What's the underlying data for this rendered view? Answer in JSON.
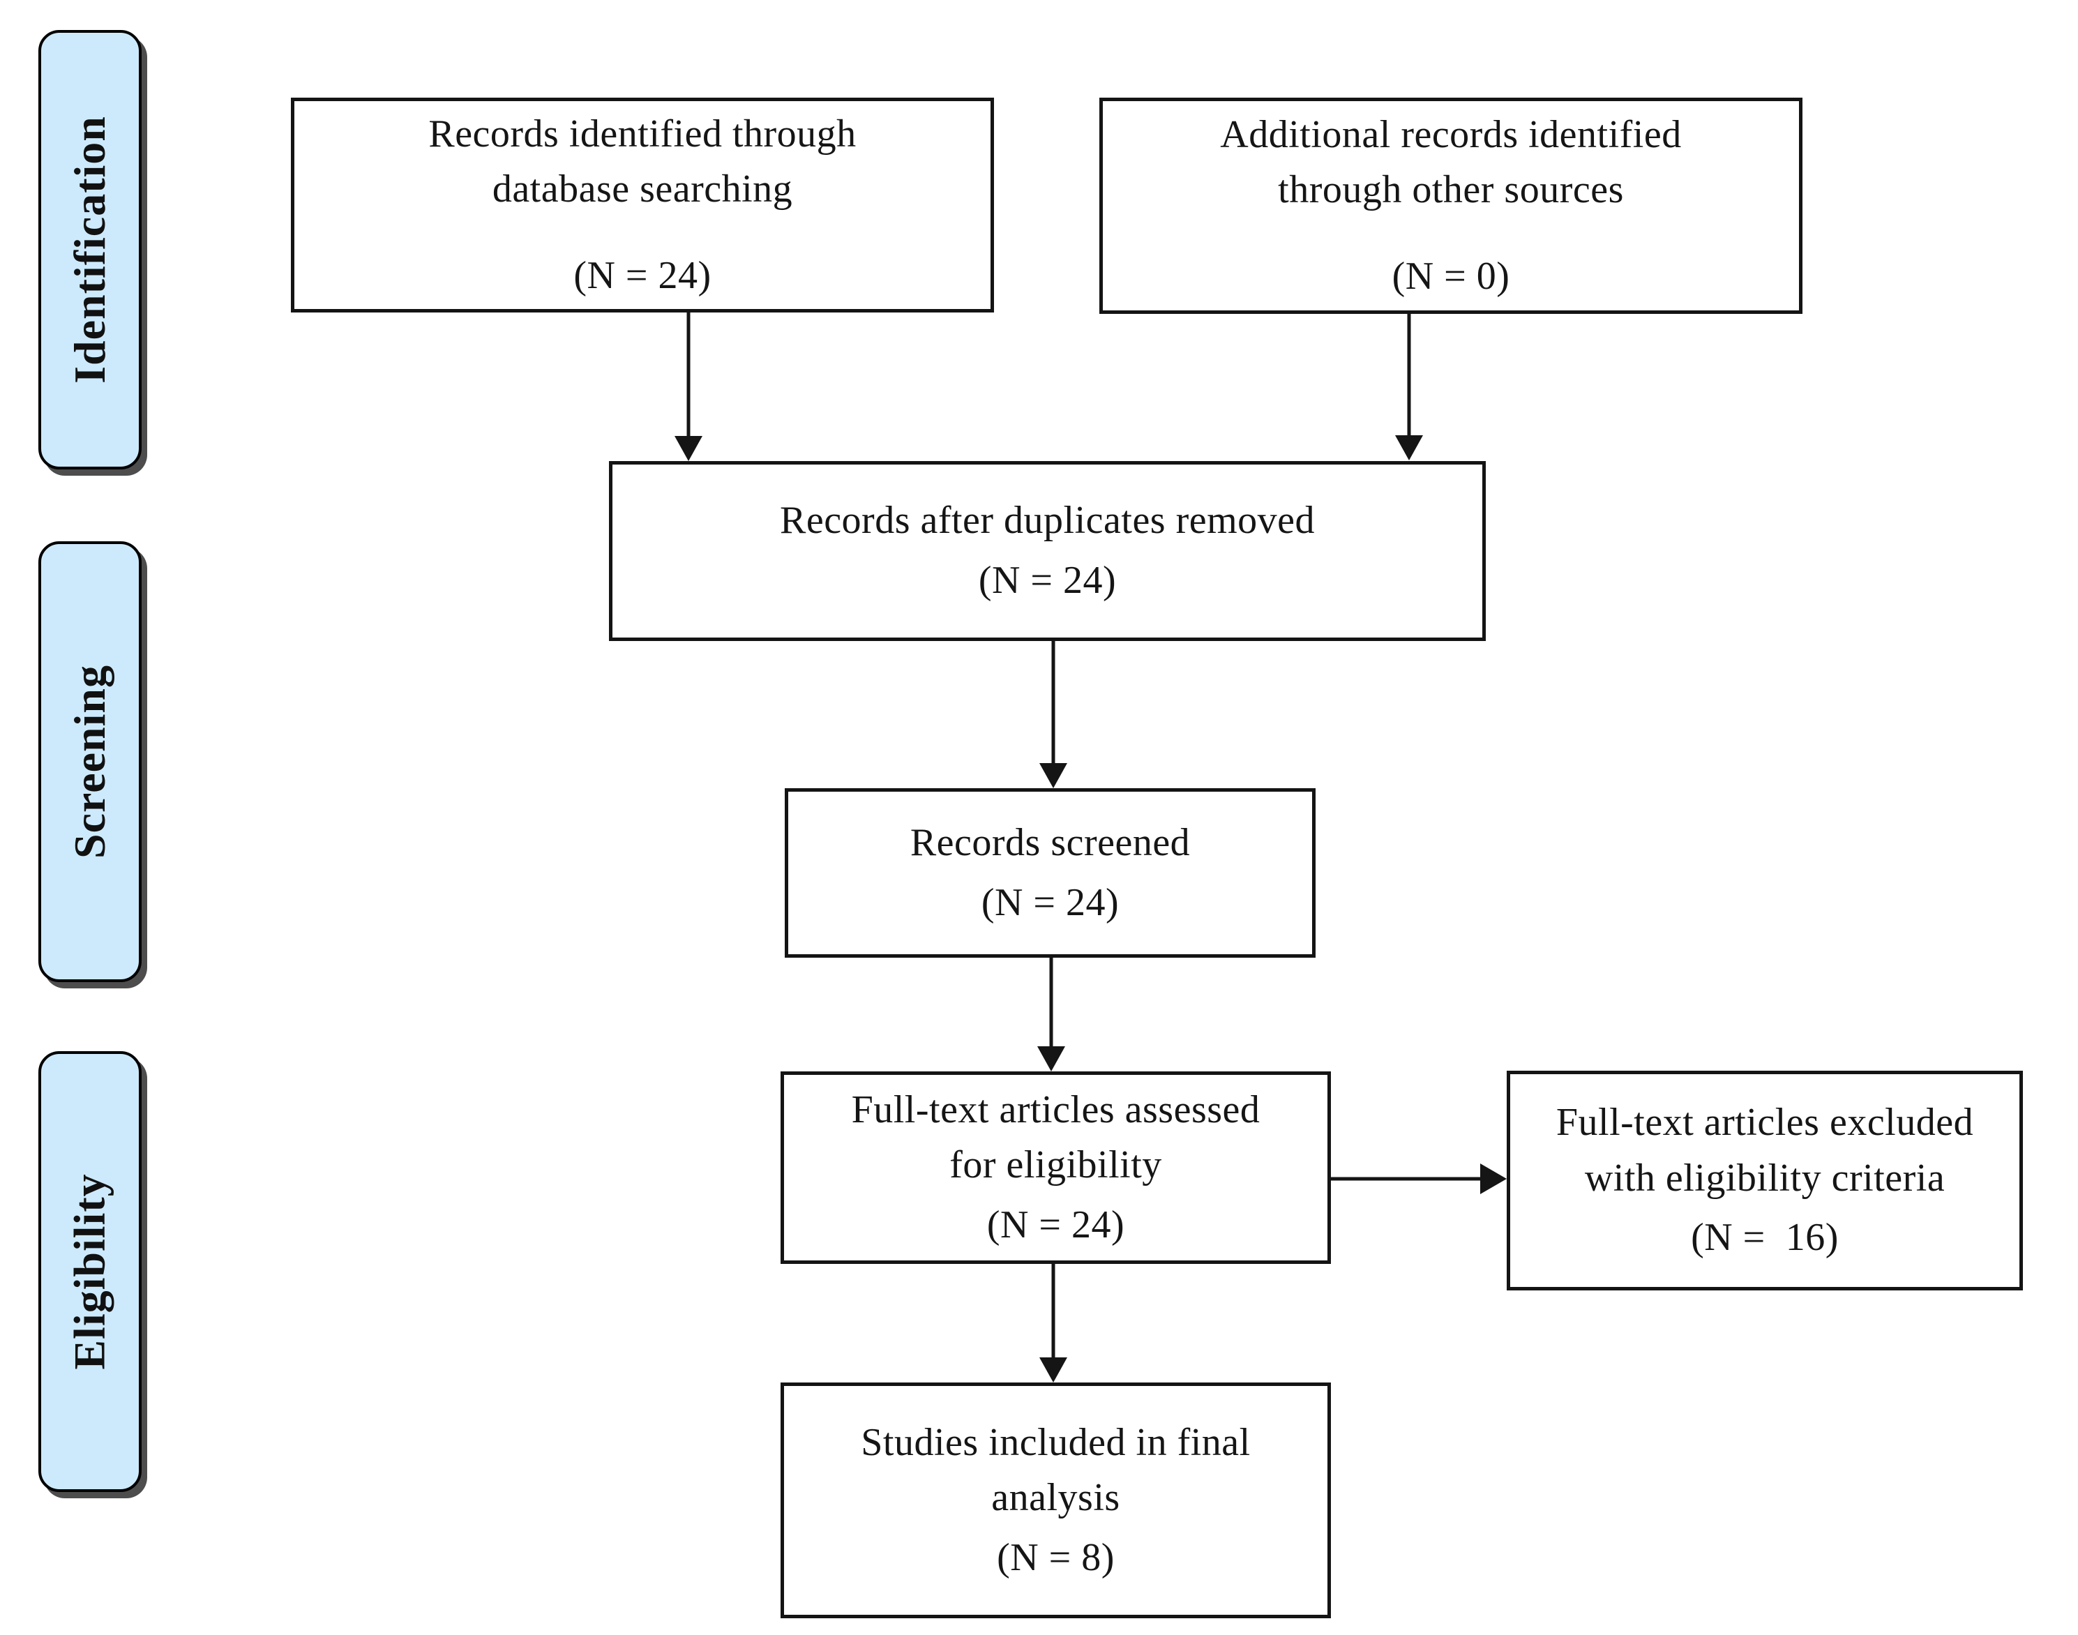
{
  "stages": [
    {
      "label": "Identification"
    },
    {
      "label": "Screening"
    },
    {
      "label": "Eligibility"
    }
  ],
  "boxes": {
    "identified": {
      "lines": [
        "Records identified through",
        "database searching"
      ],
      "n": "(N = 24)"
    },
    "additional": {
      "lines": [
        "Additional records identified",
        "through other sources"
      ],
      "n": "(N = 0)"
    },
    "deduped": {
      "lines": [
        "Records after duplicates removed"
      ],
      "n": "(N = 24)"
    },
    "screened": {
      "lines": [
        "Records screened"
      ],
      "n": "(N = 24)"
    },
    "fulltext": {
      "lines": [
        "Full-text articles assessed",
        "for eligibility"
      ],
      "n": "(N = 24)"
    },
    "excluded": {
      "lines": [
        "Full-text articles excluded",
        "with eligibility criteria"
      ],
      "n": "(N =  16)"
    },
    "included": {
      "lines": [
        "Studies included in final",
        "analysis"
      ],
      "n": "(N = 8)"
    }
  },
  "colors": {
    "stage_fill": "#cdeafc",
    "stage_shadow": "#4d4d4d",
    "border": "#141414",
    "arrow": "#151515",
    "text": "#151515"
  }
}
